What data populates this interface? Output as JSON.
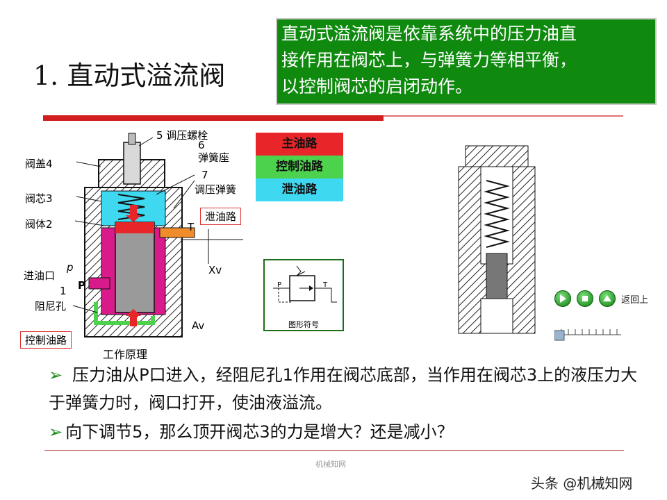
{
  "title": "1. 直动式溢流阀",
  "summary": {
    "lines": [
      "直动式溢流阀是依靠系统中的压力油直",
      "接作用在阀芯上，与弹簧力等相平衡，",
      "以控制阀芯的启闭动作。"
    ],
    "bg_color": "#0f8a0f"
  },
  "legend": [
    {
      "label": "主油路",
      "color": "#e8262a"
    },
    {
      "label": "控制油路",
      "color": "#4cd24c"
    },
    {
      "label": "泄油路",
      "color": "#3ed8f0"
    }
  ],
  "diagram": {
    "labels": {
      "bolt": "5 调压螺栓",
      "seat_num": "6",
      "seat": "弹簧座",
      "spring_num": "7",
      "spring": "调压弹簧",
      "cover": "阀盖4",
      "core": "阀芯3",
      "body": "阀体2",
      "inlet": "进油口",
      "p_lower": "p",
      "p_upper": "P",
      "orifice_num": "1",
      "orifice": "阻尼孔",
      "drain": "泄油路",
      "control": "控制油路",
      "t": "T",
      "xv": "Xv",
      "av": "Av",
      "caption": "工作原理"
    },
    "symbol": {
      "p": "P",
      "t": "T",
      "caption": "图形符号"
    }
  },
  "player": {
    "back_label": "返回上"
  },
  "bullets": [
    "压力油从P口进入，经阻尼孔1作用在阀芯底部，当作用在阀芯3上的液压力大于弹簧力时，阀口打开，使油液溢流。",
    "向下调节5，那么顶开阀芯3的力是增大？还是减小？"
  ],
  "bullet_marker": "➢",
  "watermark": "机械知网",
  "credit": "头条 @机械知网"
}
